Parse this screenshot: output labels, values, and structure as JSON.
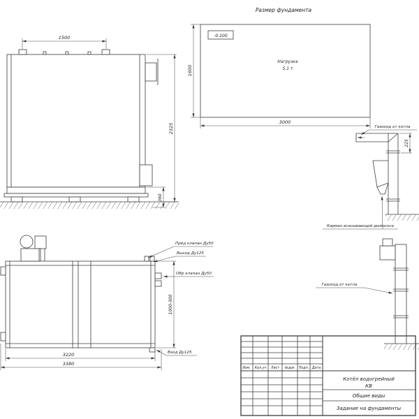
{
  "foundation": {
    "title": "Размер фундамента",
    "elevation": "-0.100",
    "load_label": "Нагрузка",
    "load_value": "5.1 т",
    "dim_width": "3000",
    "dim_depth": "1600"
  },
  "side_view": {
    "dim_lugs": "1500",
    "dim_height": "2325",
    "dim_base": "360"
  },
  "plan_view": {
    "label_safety_valve": "Пред клапан Ду50",
    "label_outlet": "Выход Ду125",
    "label_check_valve": "Обр клапан Ду50",
    "label_inlet": "Вход Ду125",
    "dim_nozzle": "1000-300",
    "dim_inner": "3220",
    "dim_outer": "3380"
  },
  "duct_upper": {
    "label": "Газоход от котла",
    "dim": "225",
    "label_pocket": "Карман всасывающий дымососа"
  },
  "duct_lower": {
    "label": "Газоход от котла"
  },
  "title_block": {
    "headers": [
      "Изм.",
      "Кол.уч",
      "Лист",
      "№док",
      "Подп.",
      "Дата"
    ],
    "product_line1": "Котёл водогрейный",
    "product_line2": "КВ",
    "doc_type": "Общие виды",
    "doc_name": "Задание на фундаменты"
  }
}
